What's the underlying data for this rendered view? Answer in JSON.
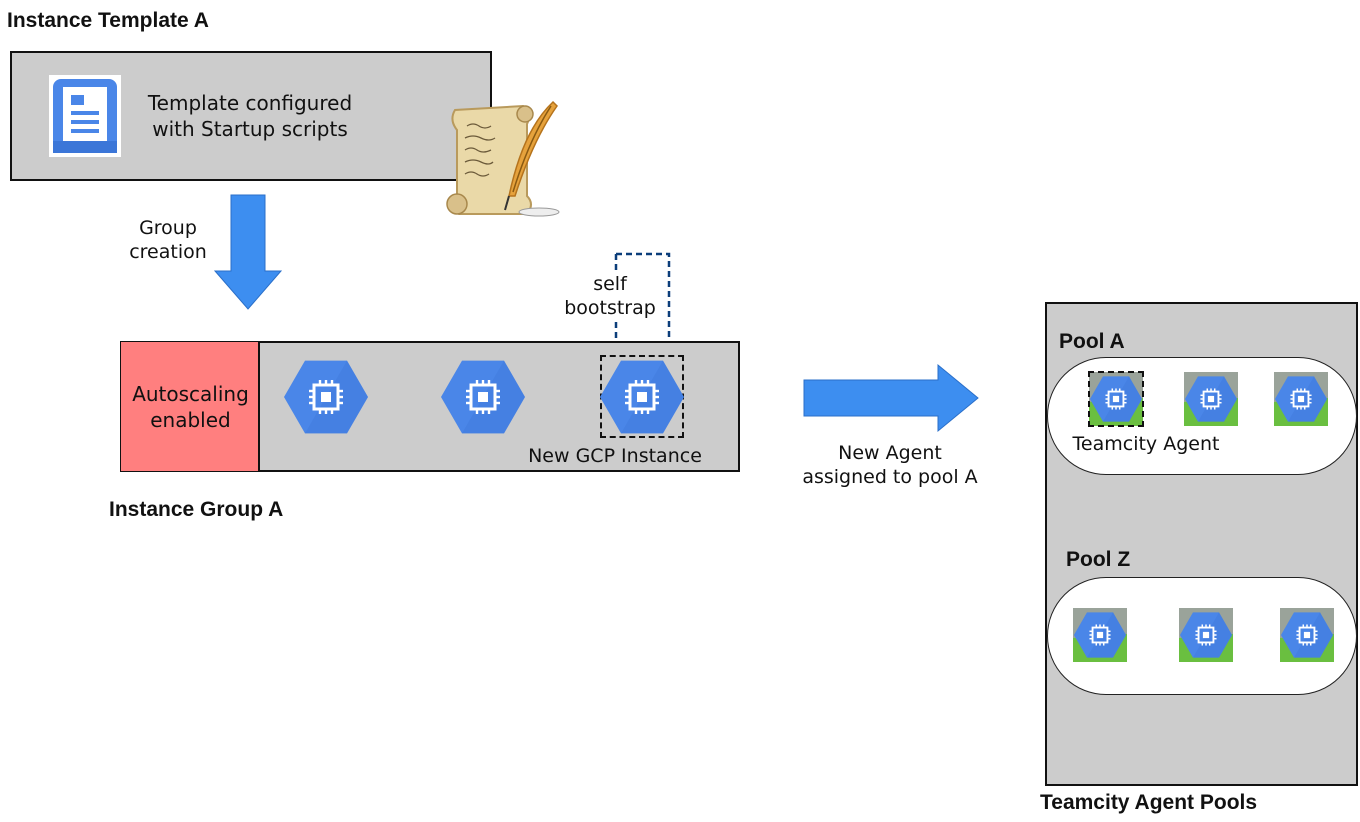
{
  "template": {
    "title": "Instance Template A",
    "description_line1": "Template configured",
    "description_line2": "with Startup scripts"
  },
  "group_creation": {
    "line1": "Group",
    "line2": "creation"
  },
  "bootstrap": {
    "line1": "self",
    "line2": "bootstrap"
  },
  "instance_group": {
    "title": "Instance Group A",
    "autoscaling_line1": "Autoscaling",
    "autoscaling_line2": "enabled",
    "new_instance_label": "New GCP Instance",
    "autoscaling_color": "#ff7f7f"
  },
  "assignment": {
    "line1": "New Agent",
    "line2": "assigned to pool A"
  },
  "pools": {
    "title": "Teamcity Agent Pools",
    "pool_a": {
      "name": "Pool A",
      "agent_label": "Teamcity Agent"
    },
    "pool_z": {
      "name": "Pool Z"
    }
  },
  "colors": {
    "gcp_blue": "#4a86e8",
    "arrow_blue": "#3d8ef0",
    "agent_green": "#6abf40",
    "box_gray": "#cccccc"
  },
  "icons": [
    "instance-template-icon",
    "scroll-quill-icon",
    "compute-engine-icon"
  ]
}
